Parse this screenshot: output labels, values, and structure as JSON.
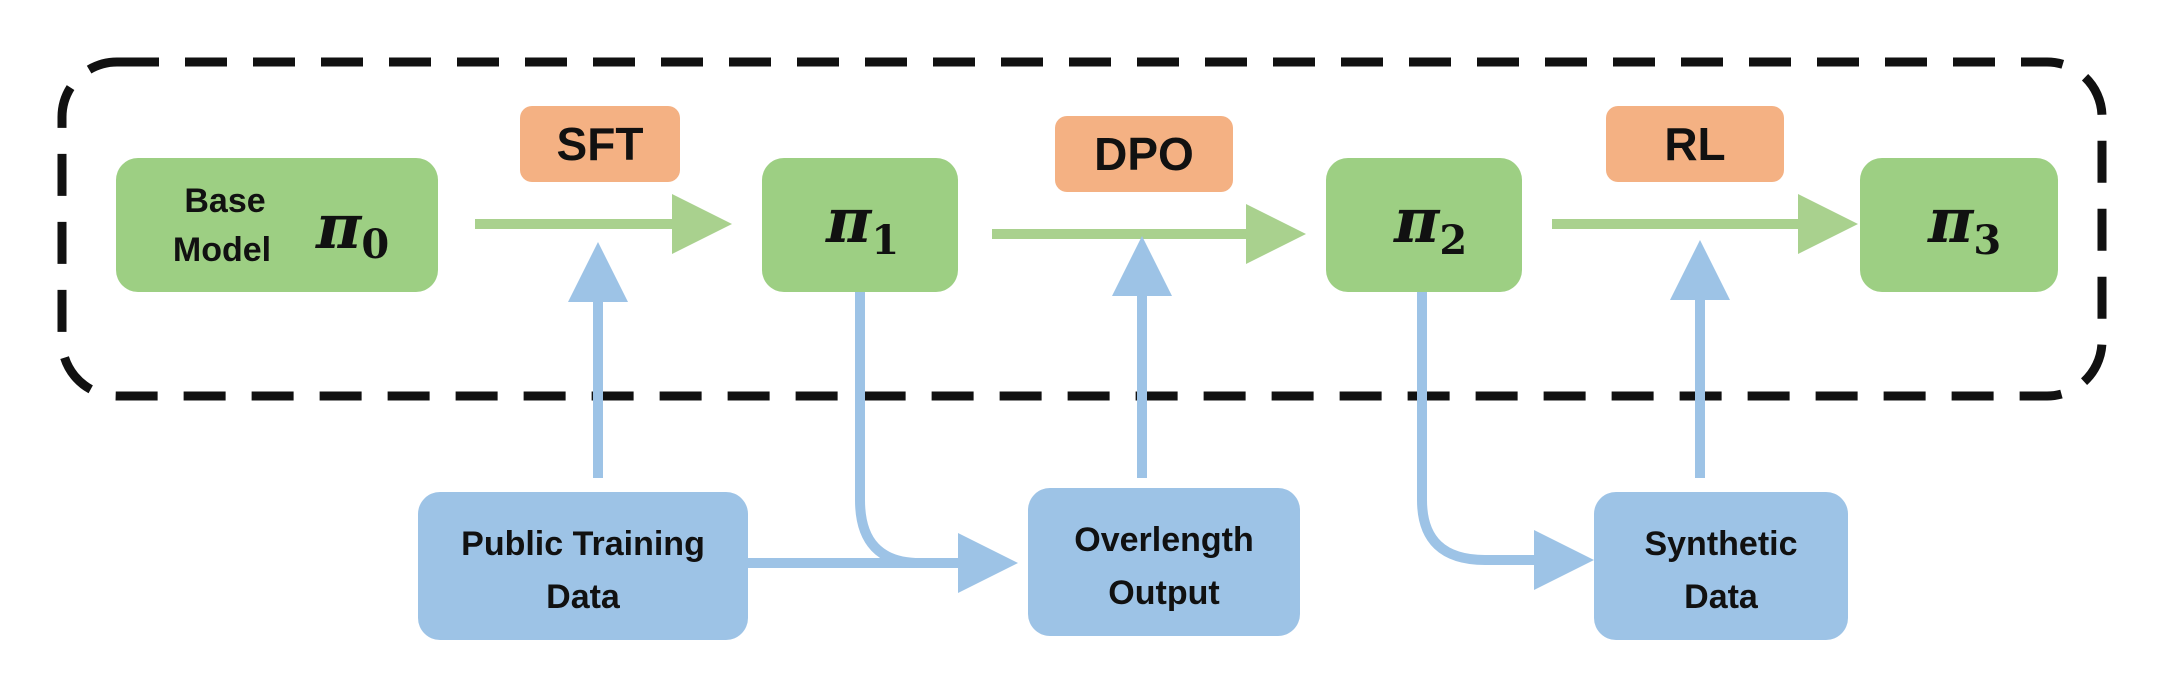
{
  "colors": {
    "policy_fill": "#9DCF83",
    "stage_fill": "#F4B183",
    "data_fill": "#9DC3E6",
    "arrow_blue": "#9DC3E6",
    "arrow_green": "#A9D18E",
    "dashed_border": "#111111"
  },
  "policies": {
    "base_label_line1": "Base",
    "base_label_line2": "Model",
    "pi_symbol": "π",
    "p0_sub": "0",
    "p1_sub": "1",
    "p2_sub": "2",
    "p3_sub": "3"
  },
  "stages": {
    "sft": "SFT",
    "dpo": "DPO",
    "rl": "RL"
  },
  "data_sources": {
    "public_line1": "Public Training",
    "public_line2": "Data",
    "overlength_line1": "Overlength",
    "overlength_line2": "Output",
    "synthetic_line1": "Synthetic",
    "synthetic_line2": "Data"
  }
}
